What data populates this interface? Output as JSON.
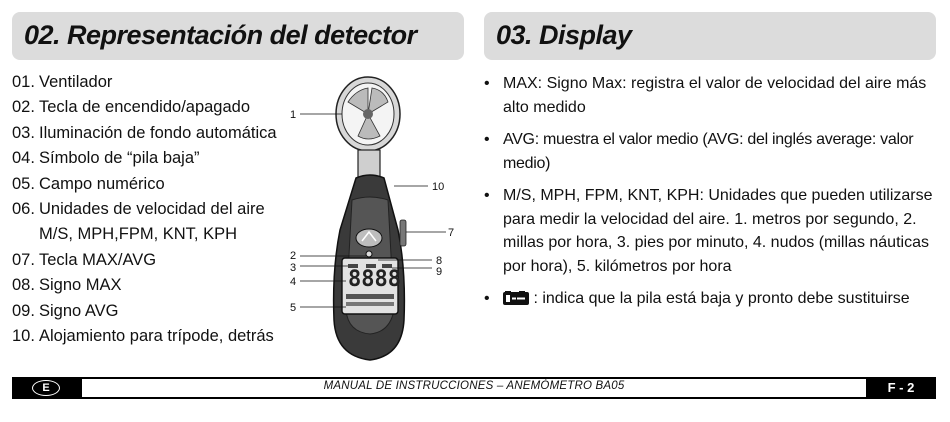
{
  "left_section": {
    "title": "02. Representación del detector",
    "parts": [
      {
        "num": "01.",
        "text": "Ventilador"
      },
      {
        "num": "02.",
        "text": "Tecla de encendido/apagado"
      },
      {
        "num": "03.",
        "text": "Iluminación de fondo automática"
      },
      {
        "num": "04.",
        "text": "Símbolo de “pila baja”"
      },
      {
        "num": "05.",
        "text": "Campo numérico"
      },
      {
        "num": "06.",
        "text": "Unidades de velocidad del aire M/S, MPH,FPM, KNT, KPH"
      },
      {
        "num": "07.",
        "text": "Tecla MAX/AVG"
      },
      {
        "num": "08.",
        "text": "Signo MAX"
      },
      {
        "num": "09.",
        "text": "Signo AVG"
      },
      {
        "num": "10.",
        "text": "Alojamiento para trípode, detrás"
      }
    ],
    "callouts": [
      "1",
      "2",
      "3",
      "4",
      "5",
      "7",
      "8",
      "9",
      "10"
    ]
  },
  "right_section": {
    "title": "03. Display",
    "bullets": [
      "MAX: Signo Max: registra el valor de velocidad del aire más alto medido",
      "AVG: muestra el valor medio (AVG: del inglés average: valor medio)",
      "M/S, MPH, FPM, KNT, KPH: Unidades que pueden utilizarse para medir la velocidad del aire. 1. metros por segundo, 2. millas por hora, 3. pies por minuto, 4. nudos (millas náuticas por hora), 5. kilómetros por hora"
    ],
    "battery_note": ": indica que la pila está baja y pronto debe sustituirse",
    "battery_icon": "low-battery-icon",
    "bullet_char": "•"
  },
  "footer": {
    "language": "E",
    "text": "MANUAL DE INSTRUCCIONES – ANEMÓMETRO BA05",
    "page": "F - 2"
  }
}
